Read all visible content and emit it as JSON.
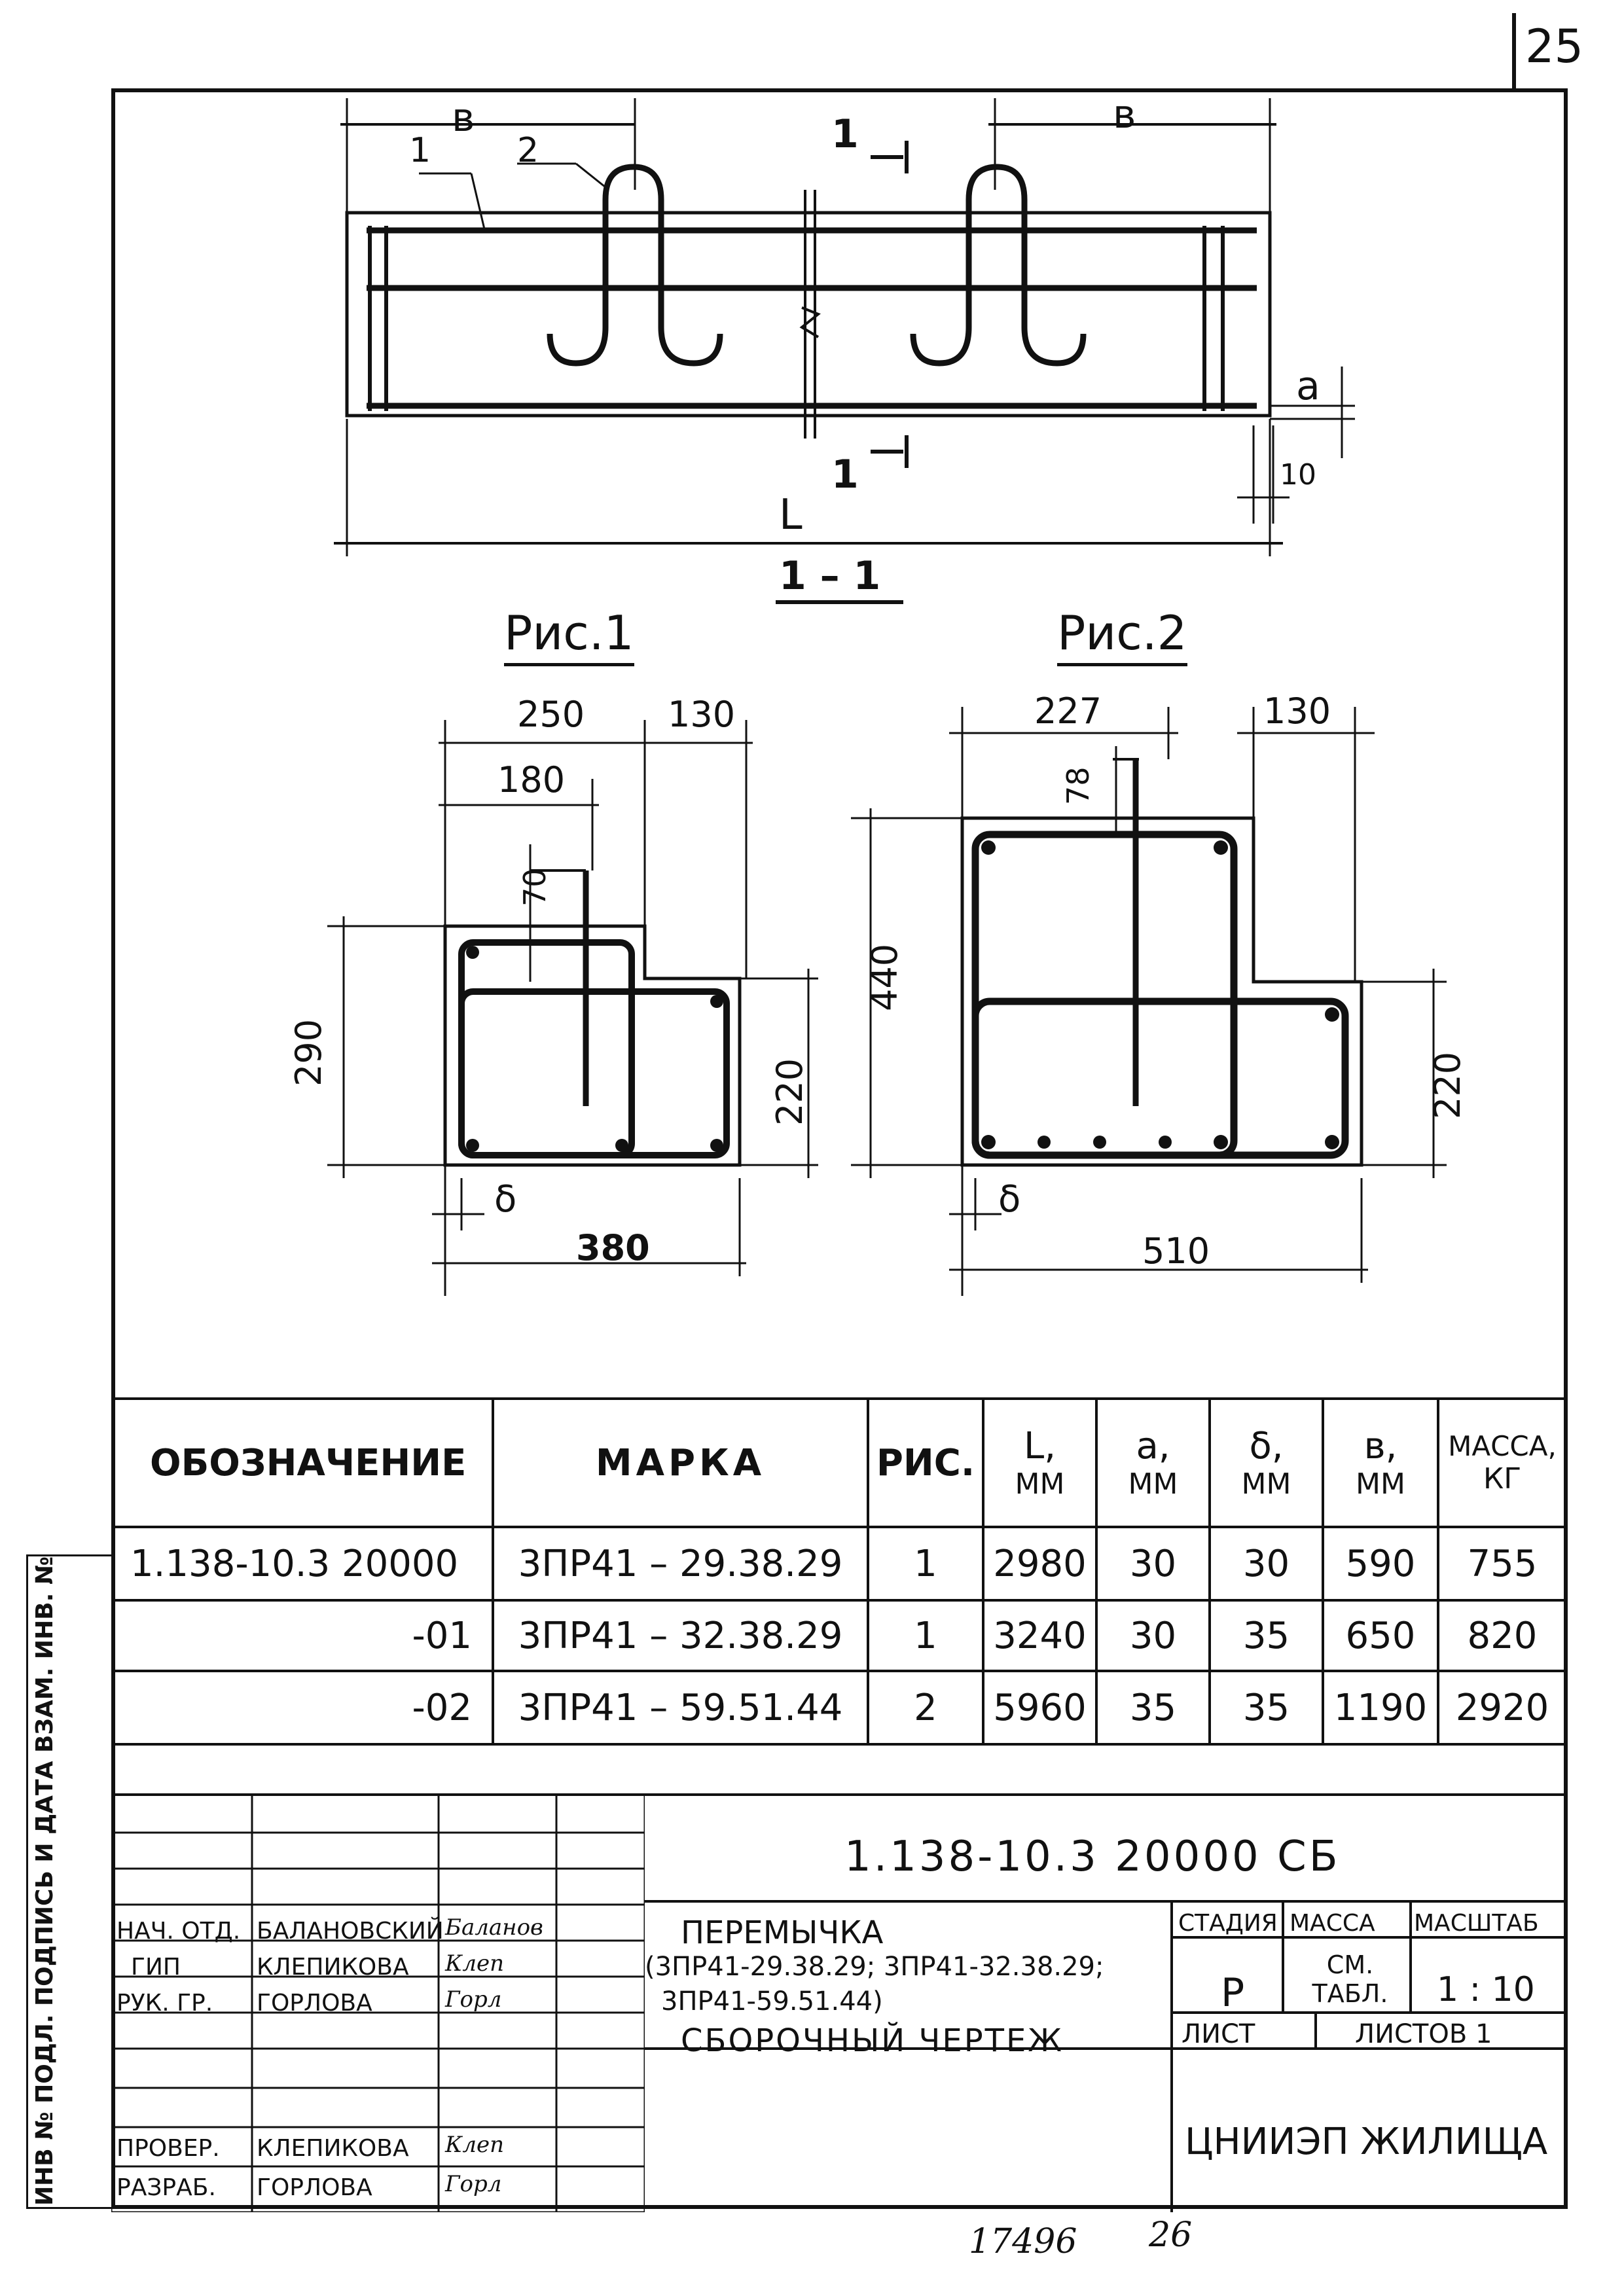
{
  "sheet": {
    "page_number": "25",
    "archive_number": "17496",
    "sheet_copy": "26"
  },
  "drawing": {
    "plan_labels": {
      "b_left": "в",
      "b_right": "в",
      "callout_1": "1",
      "callout_2": "2",
      "section_mark_top": "1",
      "section_mark_bottom": "1",
      "dim_a": "a",
      "dim_10": "10",
      "dim_L": "L",
      "section_title": "1 – 1"
    },
    "fig1": {
      "title": "Рис.1",
      "dim_top_a": "250",
      "dim_top_b": "130",
      "dim_inner": "180",
      "dim_70": "70",
      "dim_left": "290",
      "dim_right": "220",
      "dim_delta": "δ",
      "dim_bottom": "380"
    },
    "fig2": {
      "title": "Рис.2",
      "dim_top_a": "227",
      "dim_top_b": "130",
      "dim_78": "78",
      "dim_left": "440",
      "dim_right": "220",
      "dim_delta": "δ",
      "dim_bottom": "510"
    }
  },
  "spec_table": {
    "headers": {
      "designation": "ОБОЗНАЧЕНИЕ",
      "mark": "МАРКА",
      "fig": "РИС.",
      "L": "L,",
      "L_unit": "ММ",
      "a": "a,",
      "a_unit": "ММ",
      "d": "δ,",
      "d_unit": "ММ",
      "b": "в,",
      "b_unit": "ММ",
      "mass": "МАССА,",
      "mass_unit": "КГ"
    },
    "rows": [
      {
        "designation": "1.138-10.3 20000",
        "mark": "3ПР41 – 29.38.29",
        "fig": "1",
        "L": "2980",
        "a": "30",
        "d": "30",
        "b": "590",
        "mass": "755"
      },
      {
        "designation": "-01",
        "mark": "3ПР41 – 32.38.29",
        "fig": "1",
        "L": "3240",
        "a": "30",
        "d": "35",
        "b": "650",
        "mass": "820"
      },
      {
        "designation": "-02",
        "mark": "3ПР41 – 59.51.44",
        "fig": "2",
        "L": "5960",
        "a": "35",
        "d": "35",
        "b": "1190",
        "mass": "2920"
      }
    ]
  },
  "title_block": {
    "doc_code": "1.138-10.3 20000 СБ",
    "name_line1": "ПЕРЕМЫЧКА",
    "name_line2": "(3ПР41-29.38.29; 3ПР41-32.38.29;",
    "name_line3": "3ПР41-59.51.44)",
    "name_line4": "СБОРОЧНЫЙ ЧЕРТЕЖ",
    "stage_label": "СТАДИЯ",
    "mass_label": "МАССА",
    "scale_label": "МАСШТАБ",
    "stage_value": "Р",
    "mass_value": "СМ. ТАБЛ.",
    "scale_value": "1 : 10",
    "sheet_label": "ЛИСТ",
    "sheets_label": "ЛИСТОВ 1",
    "organization": "ЦНИИЭП ЖИЛИЩА",
    "people": [
      {
        "role": "НАЧ. ОТД.",
        "name": "БАЛАНОВСКИЙ",
        "sig": "Баланов"
      },
      {
        "role": "ГИП",
        "name": "КЛЕПИКОВА",
        "sig": "Клеп"
      },
      {
        "role": "РУК. ГР.",
        "name": "ГОРЛОВА",
        "sig": "Горл"
      },
      {
        "role": "ПРОВЕР.",
        "name": "КЛЕПИКОВА",
        "sig": "Клеп"
      },
      {
        "role": "РАЗРАБ.",
        "name": "ГОРЛОВА",
        "sig": "Горл"
      }
    ]
  },
  "left_strip": {
    "text": "ИНВ № ПОДЛ.   ПОДПИСЬ И ДАТА   ВЗАМ. ИНВ. №"
  }
}
